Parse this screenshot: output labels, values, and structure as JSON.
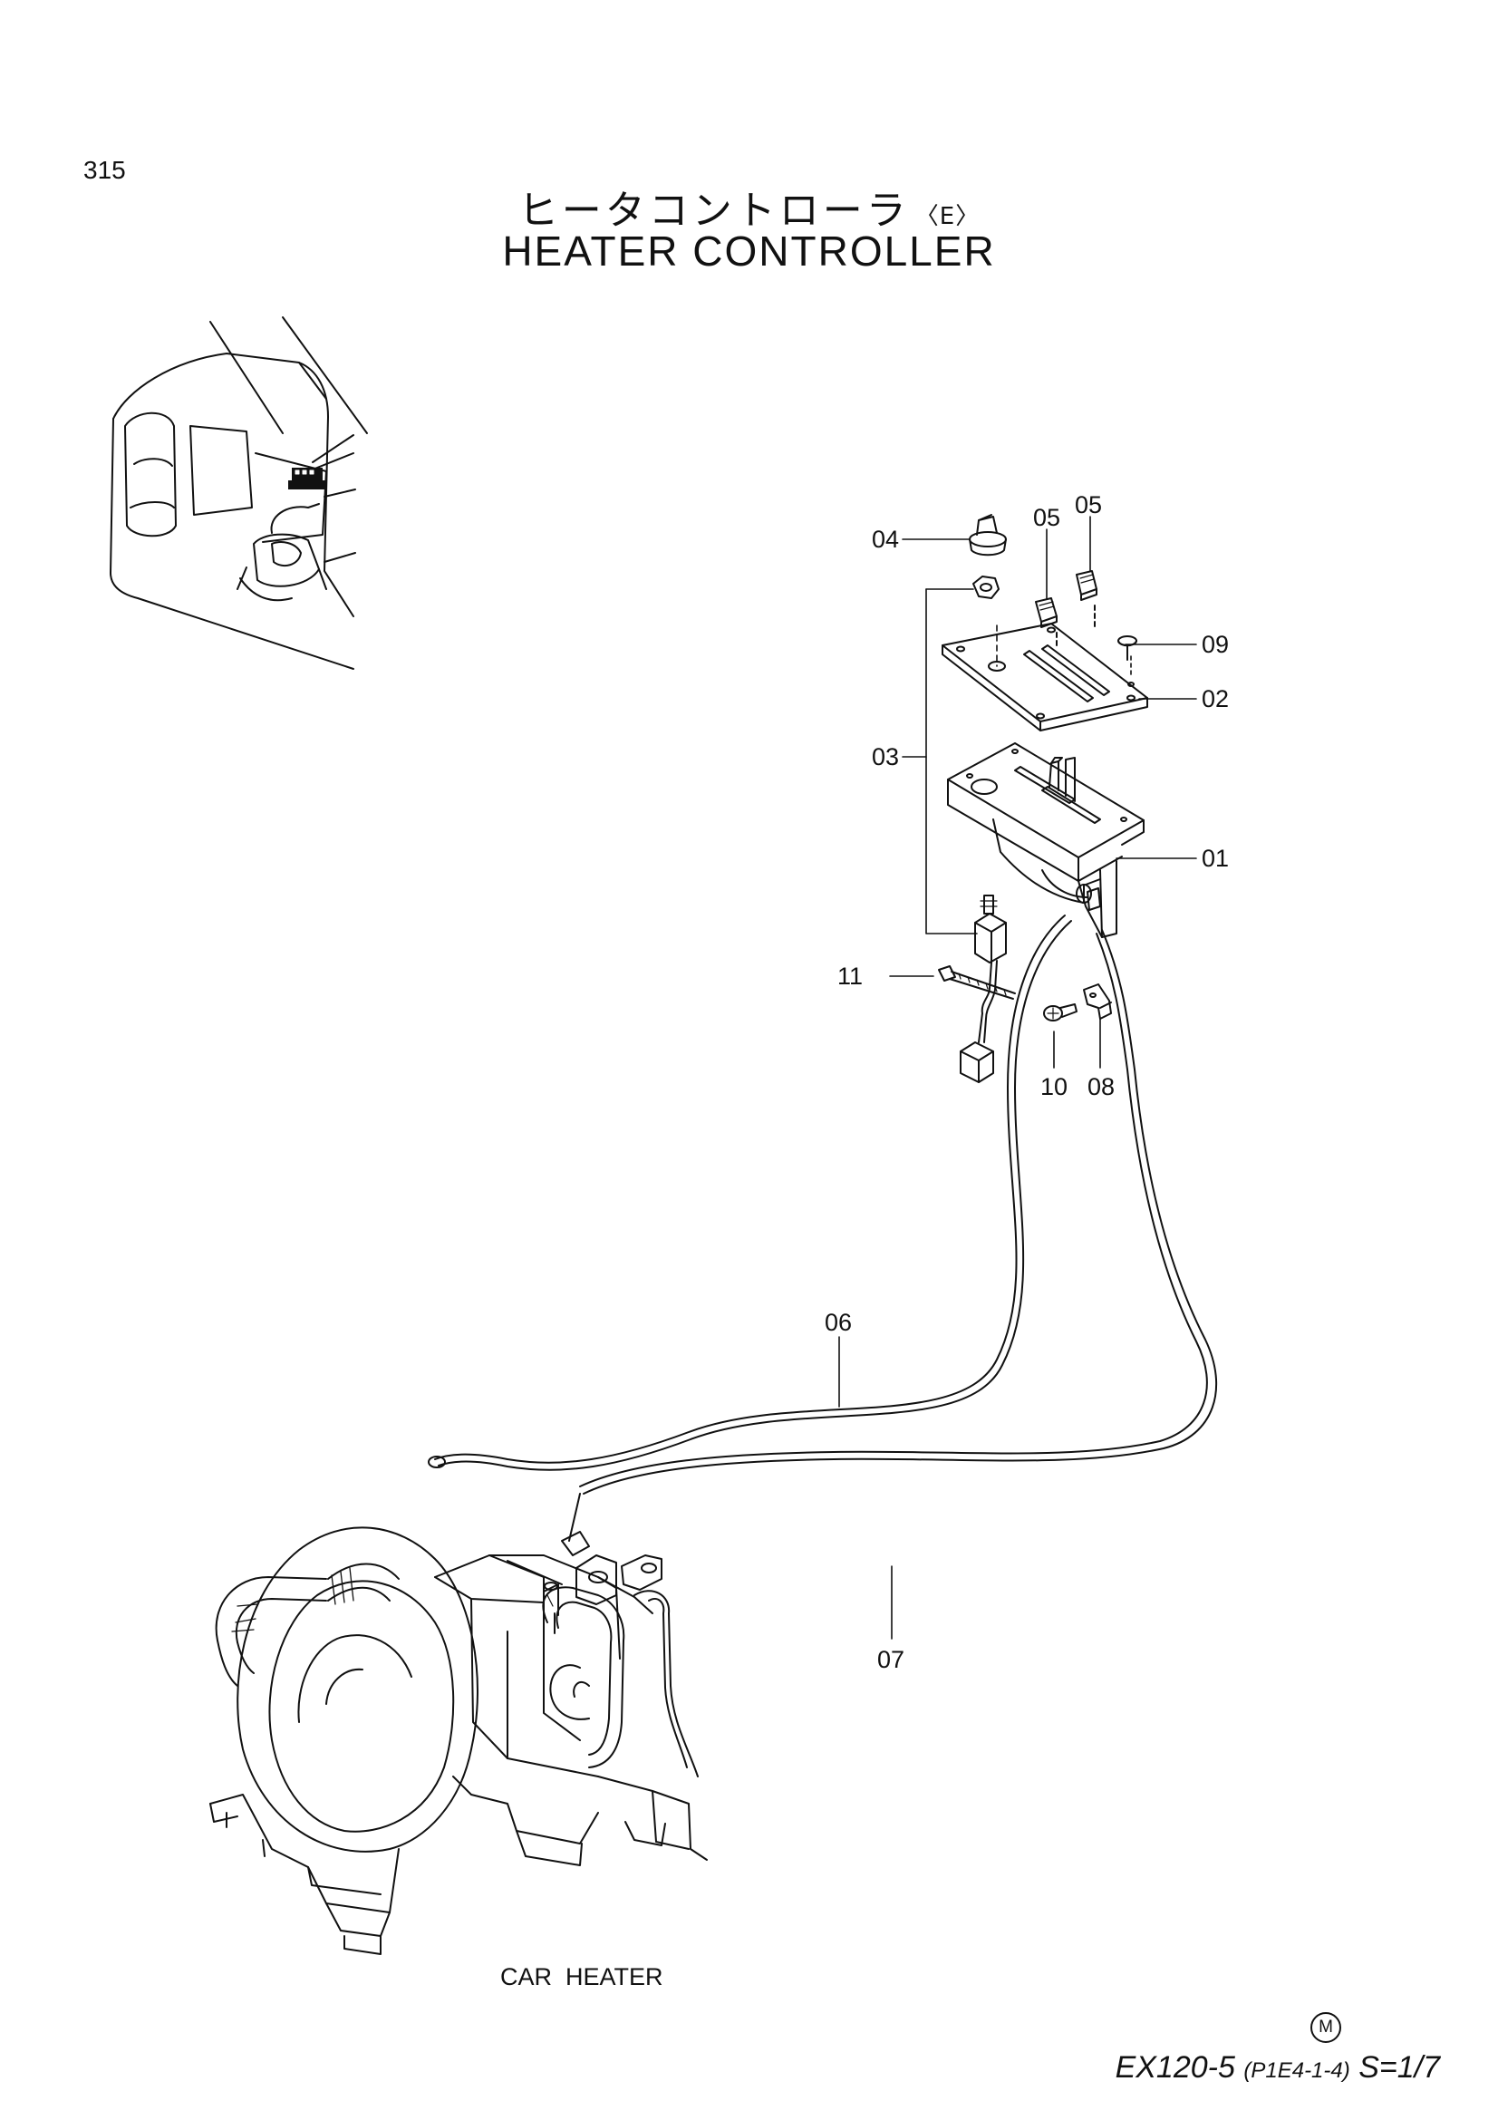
{
  "page_number": "315",
  "title_jp": "ヒータコントローラ",
  "title_variant": "〈E〉",
  "title_en": "HEATER  CONTROLLER",
  "part_labels": {
    "p01": "01",
    "p02": "02",
    "p03": "03",
    "p04": "04",
    "p05a": "05",
    "p05b": "05",
    "p06": "06",
    "p07": "07",
    "p08": "08",
    "p09": "09",
    "p10": "10",
    "p11": "11"
  },
  "car_heater_label": "CAR  HEATER",
  "model_code": "EX120-5",
  "ref_code": "(P1E4-1-4)",
  "scale": "S=1/7",
  "marker": "M"
}
